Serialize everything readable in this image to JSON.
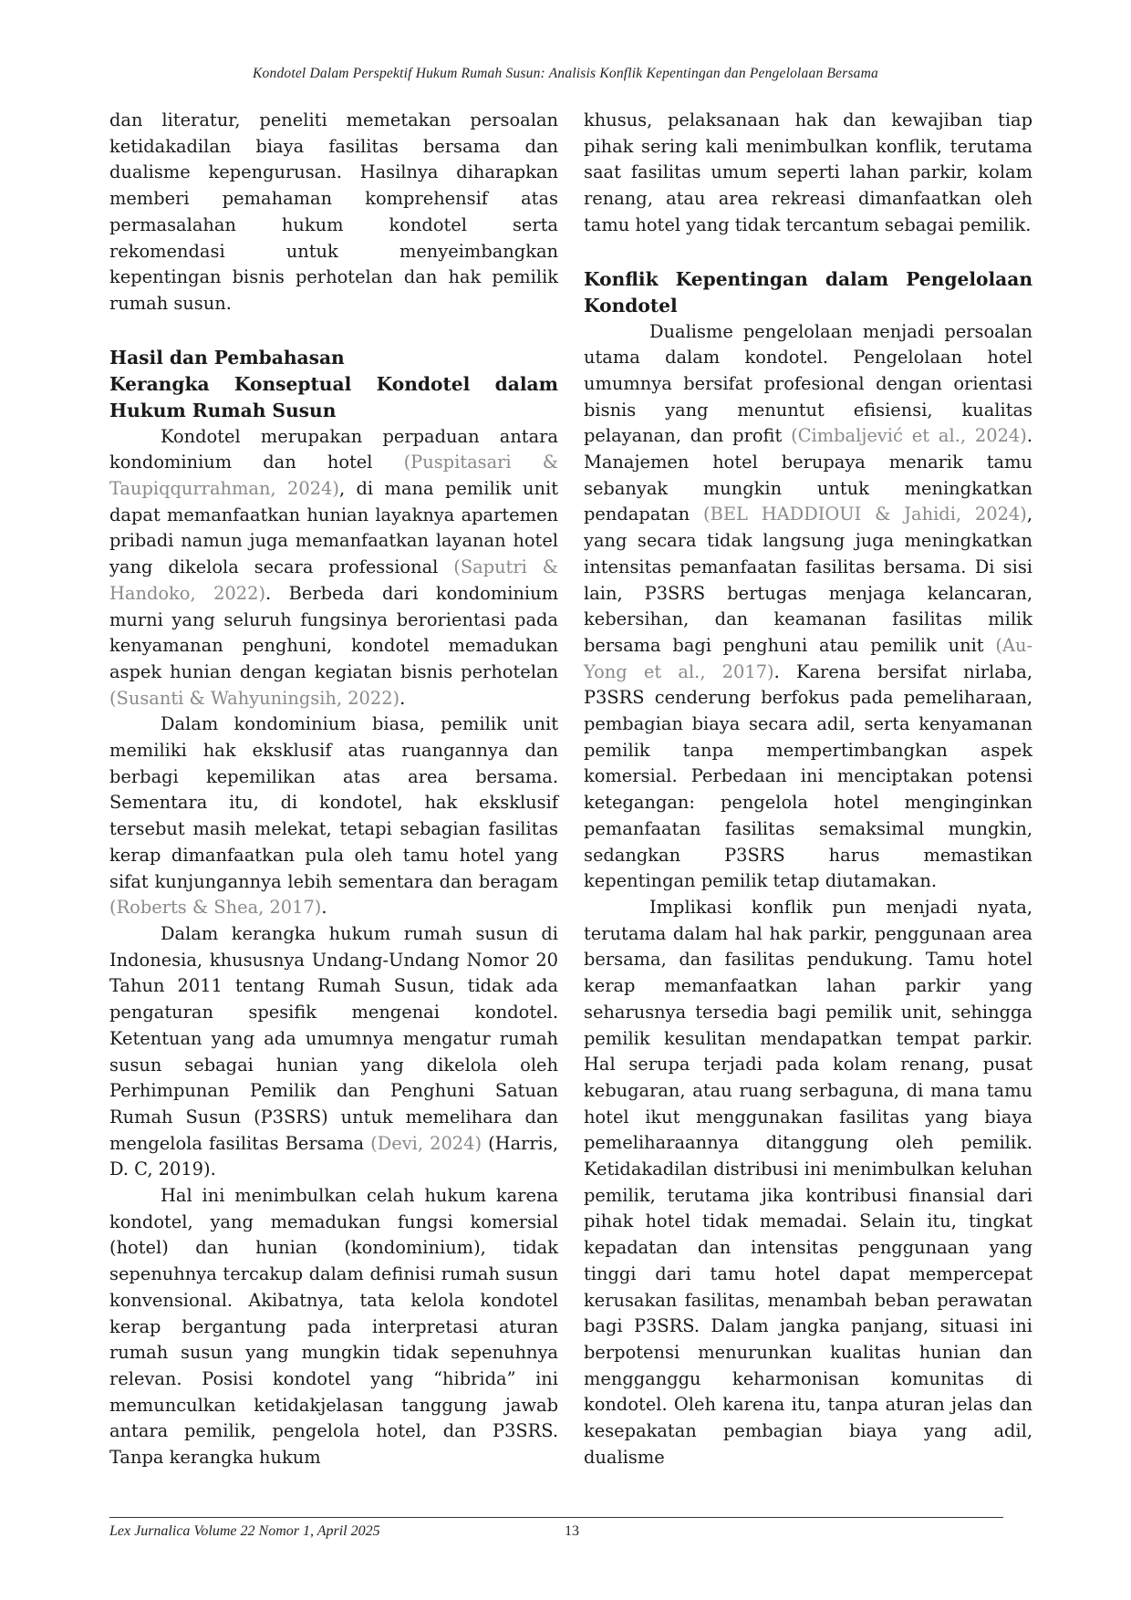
{
  "header": {
    "running_title": "Kondotel Dalam Perspektif Hukum Rumah Susun: Analisis Konflik Kepentingan dan Pengelolaan Bersama"
  },
  "left": {
    "p0": "dan literatur, peneliti memetakan persoalan ketidakadilan biaya fasilitas bersama dan dualisme kepengurusan. Hasilnya diharapkan memberi pemahaman komprehensif atas permasalahan hukum kondotel serta rekomendasi untuk menyeimbangkan kepentingan bisnis perhotelan dan hak pemilik rumah susun.",
    "h_section": "Hasil dan Pembahasan",
    "h_sub": "Kerangka Konseptual Kondotel dalam Hukum Rumah Susun",
    "p1": {
      "a": "Kondotel merupakan perpaduan antara kondominium dan hotel ",
      "c1": "(Puspitasari & Taupiqqurrahman, 2024)",
      "b": ", di mana pemilik unit dapat memanfaatkan hunian layaknya apartemen pribadi namun juga memanfaatkan layanan hotel yang dikelola secara professional ",
      "c2": "(Saputri & Handoko, 2022)",
      "d": ". Berbeda dari kondominium murni yang seluruh fungsinya berorientasi pada kenyamanan penghuni, kondotel memadukan aspek hunian dengan kegiatan bisnis perhotelan ",
      "c3": "(Susanti & Wahyuningsih, 2022)",
      "e": "."
    },
    "p2": {
      "a": "Dalam kondominium biasa, pemilik unit memiliki hak eksklusif atas ruangannya dan berbagi kepemilikan atas area bersama. Sementara itu, di kondotel, hak eksklusif tersebut masih melekat, tetapi sebagian fasilitas kerap dimanfaatkan pula oleh tamu hotel yang sifat kunjungannya lebih sementara dan beragam ",
      "c1": "(Roberts & Shea, 2017)",
      "b": "."
    },
    "p3": {
      "a": "Dalam kerangka hukum rumah susun di Indonesia, khususnya Undang-Undang Nomor 20 Tahun 2011 tentang Rumah Susun, tidak ada pengaturan spesifik mengenai kondotel. Ketentuan yang ada umumnya mengatur rumah susun sebagai hunian yang dikelola oleh Perhimpunan Pemilik dan Penghuni Satuan Rumah Susun (P3SRS) untuk memelihara dan mengelola fasilitas Bersama ",
      "c1": "(Devi, 2024)",
      "b": " (Harris, D. C, 2019)."
    },
    "p4": "Hal ini menimbulkan celah hukum karena kondotel, yang memadukan fungsi komersial (hotel) dan hunian (kondominium), tidak sepenuhnya tercakup dalam definisi rumah susun konvensional. Akibatnya, tata kelola kondotel kerap bergantung pada interpretasi aturan rumah susun yang mungkin tidak sepenuhnya relevan. Posisi kondotel yang “hibrida” ini memunculkan ketidakjelasan tanggung jawab antara pemilik, pengelola hotel, dan P3SRS. Tanpa kerangka hukum"
  },
  "right": {
    "p0": "khusus, pelaksanaan hak dan kewajiban tiap pihak sering kali menimbulkan konflik, terutama saat fasilitas umum seperti lahan parkir, kolam renang, atau area rekreasi dimanfaatkan oleh tamu hotel yang tidak tercantum sebagai pemilik.",
    "h_sub": "Konflik Kepentingan dalam Pengelolaan Kondotel",
    "p1": {
      "a": "Dualisme pengelolaan menjadi persoalan utama dalam kondotel. Pengelolaan hotel umumnya bersifat profesional dengan orientasi bisnis yang menuntut efisiensi, kualitas pelayanan, dan profit ",
      "c1": "(Cimbaljević et al., 2024)",
      "b": ". Manajemen hotel berupaya menarik tamu sebanyak mungkin untuk meningkatkan pendapatan ",
      "c2": "(BEL HADDIOUI & Jahidi, 2024)",
      "d": ", yang secara tidak langsung juga meningkatkan intensitas pemanfaatan fasilitas bersama. Di sisi lain, P3SRS bertugas menjaga kelancaran, kebersihan, dan keamanan fasilitas milik bersama bagi penghuni atau pemilik unit ",
      "c3": "(Au-Yong et al., 2017)",
      "e": ". Karena bersifat nirlaba, P3SRS cenderung berfokus pada pemeliharaan, pembagian biaya secara adil, serta kenyamanan pemilik tanpa mempertimbangkan aspek komersial. Perbedaan ini menciptakan potensi ketegangan: pengelola hotel menginginkan pemanfaatan fasilitas semaksimal mungkin, sedangkan P3SRS harus memastikan kepentingan pemilik tetap diutamakan."
    },
    "p2": "Implikasi konflik pun menjadi nyata, terutama dalam hal hak parkir, penggunaan area bersama, dan fasilitas pendukung. Tamu hotel kerap memanfaatkan lahan parkir yang seharusnya tersedia bagi pemilik unit, sehingga pemilik kesulitan mendapatkan tempat parkir. Hal serupa terjadi pada kolam renang, pusat kebugaran, atau ruang serbaguna, di mana tamu hotel ikut menggunakan fasilitas yang biaya pemeliharaannya ditanggung oleh pemilik. Ketidakadilan distribusi ini menimbulkan keluhan pemilik, terutama jika kontribusi finansial dari pihak hotel tidak memadai. Selain itu, tingkat kepadatan dan intensitas penggunaan yang tinggi dari tamu hotel dapat mempercepat kerusakan fasilitas, menambah beban perawatan bagi P3SRS. Dalam jangka panjang, situasi ini berpotensi menurunkan kualitas hunian dan mengganggu keharmonisan komunitas di kondotel. Oleh karena itu, tanpa aturan jelas dan kesepakatan pembagian biaya yang adil, dualisme"
  },
  "footer": {
    "journal": "Lex Jurnalica Volume 22 Nomor 1, April 2025",
    "page": "13"
  }
}
